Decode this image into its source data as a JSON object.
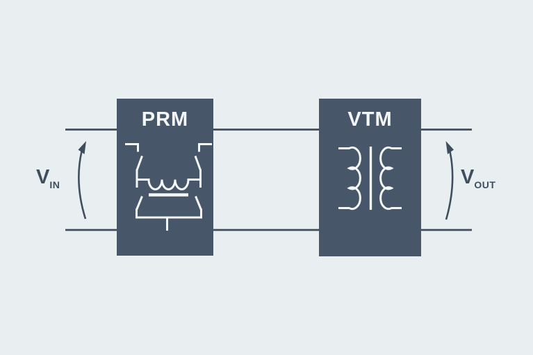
{
  "colors": {
    "bg": "#e9eff1",
    "module-fill": "#475669",
    "ink": "#3f4e5f",
    "stroke-light": "#f4f7f8"
  },
  "modules": {
    "prm": {
      "label": "PRM"
    },
    "vtm": {
      "label": "VTM"
    }
  },
  "labels": {
    "vin": {
      "main": "V",
      "sub": "IN"
    },
    "vout": {
      "main": "V",
      "sub": "OUT"
    }
  },
  "icons": {
    "prm_circuit": "buck-boost-circuit-icon",
    "vtm_circuit": "transformer-icon",
    "vin_arrow": "up-arrow-curved-icon",
    "vout_arrow": "up-arrow-curved-icon"
  }
}
